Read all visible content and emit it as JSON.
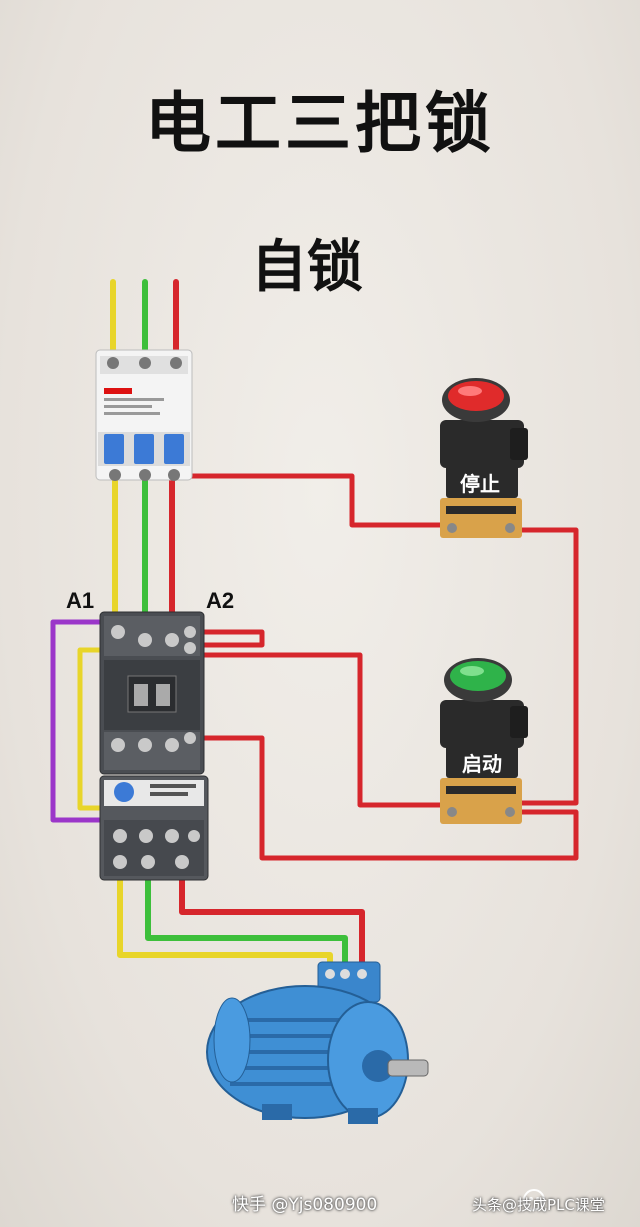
{
  "title": "电工三把锁",
  "subtitle": "自锁",
  "terminals": {
    "a1": "A1",
    "a2": "A2"
  },
  "buttons": {
    "stop": "停止",
    "start": "启动"
  },
  "watermarks": {
    "left": "快手 @Yjs080900",
    "right": "头条@技成PLC课堂"
  },
  "colors": {
    "yellow": "#e8d52a",
    "green": "#3dbf3b",
    "red": "#d6262c",
    "purple": "#9b36c9",
    "motor": "#3f8fd4",
    "stop_button": "#e02b2b",
    "start_button": "#2fb34a"
  },
  "icons": {
    "motor": "three-phase-motor-icon",
    "breaker": "circuit-breaker-icon",
    "contactor": "contactor-icon",
    "relay": "thermal-relay-icon"
  }
}
